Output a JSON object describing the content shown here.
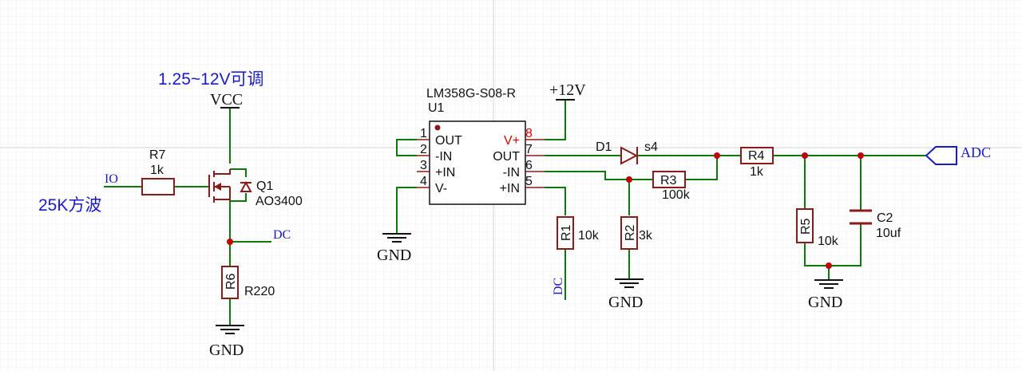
{
  "colors": {
    "wire": "#0b7a0b",
    "component": "#8b1a1a",
    "junction": "#c00000",
    "label_blue": "#1a1ac8",
    "pin_red": "#e00000",
    "ink": "#111111",
    "grid_minor": "#f0f0f0",
    "grid_major": "#d4d4d4"
  },
  "annotations": {
    "voltage_note": "1.25~12V可调",
    "pwm_note": "25K方波"
  },
  "labels": {
    "vcc": "VCC",
    "plus12v": "+12V",
    "gnd": "GND",
    "io": "IO",
    "dc": "DC",
    "adc": "ADC",
    "s4": "s4"
  },
  "components": {
    "r7": {
      "ref": "R7",
      "value": "1k"
    },
    "q1": {
      "ref": "Q1",
      "value": "AO3400"
    },
    "r6": {
      "ref": "R6",
      "value": "R220"
    },
    "u1": {
      "ref": "U1",
      "part": "LM358G-S08-R"
    },
    "r1": {
      "ref": "R1",
      "value": "10k"
    },
    "r2": {
      "ref": "R2",
      "value": "3k"
    },
    "r3": {
      "ref": "R3",
      "value": "100k"
    },
    "d1": {
      "ref": "D1"
    },
    "r4": {
      "ref": "R4",
      "value": "1k"
    },
    "r5": {
      "ref": "R5",
      "value": "10k"
    },
    "c2": {
      "ref": "C2",
      "value": "10uf"
    }
  },
  "u1_pins": {
    "left": [
      {
        "num": "1",
        "name": "OUT"
      },
      {
        "num": "2",
        "name": "-IN"
      },
      {
        "num": "3",
        "name": "+IN"
      },
      {
        "num": "4",
        "name": "V-"
      }
    ],
    "right": [
      {
        "num": "8",
        "name": "V+"
      },
      {
        "num": "7",
        "name": "OUT"
      },
      {
        "num": "6",
        "name": "-IN"
      },
      {
        "num": "5",
        "name": "+IN"
      }
    ]
  }
}
